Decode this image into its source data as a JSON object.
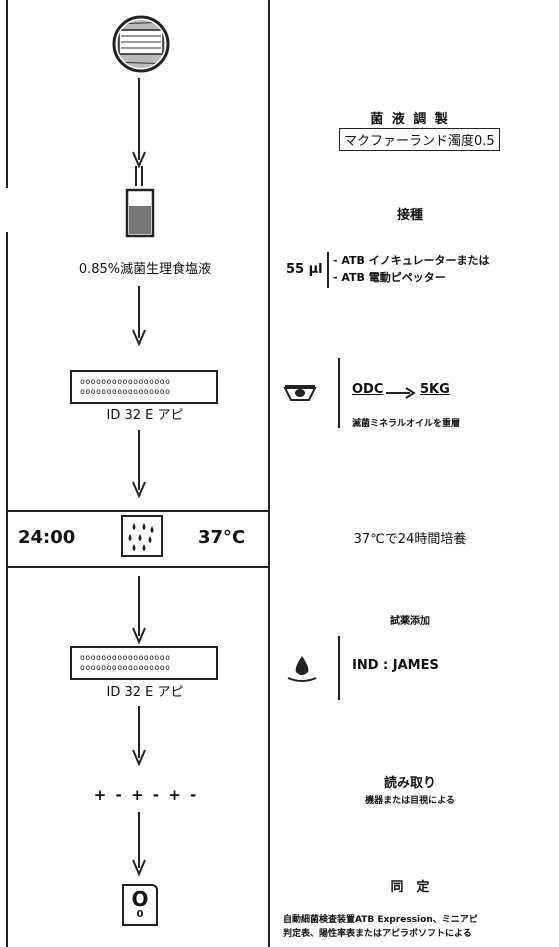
{
  "left": {
    "saline_label": "0.85%滅菌生理食塩液",
    "plate_label_1": "ID 32 E アピ",
    "time": "24:00",
    "temp": "37°C",
    "plate_label_2": "ID 32 E アピ",
    "result_pattern": "+ - + - + -",
    "disk_letter": "O",
    "disk_number": "0"
  },
  "right": {
    "step1_title": "菌 液 調 製",
    "step1_box": "マクファーランド濁度0.5",
    "step2_title": "接種",
    "step2_volume": "55 μl",
    "step2_line1": "- ATB イノキュレーターまたは",
    "step2_line2": "- ATB 電動ピペッター",
    "step3_odc": "ODC",
    "step3_5kg": "5KG",
    "step3_note": "滅菌ミネラルオイルを重層",
    "step4_incubate": "37℃で24時間培養",
    "step5_title": "試薬添加",
    "step5_ind": "IND : JAMES",
    "step6_title": "読み取り",
    "step6_sub": "機器または目視による",
    "step7_title": "同　定",
    "step7_line1": "自動細菌検査装置ATB Expression、ミニアピ",
    "step7_line2": "判定表、陽性率表またはアピラボソフトによる"
  }
}
